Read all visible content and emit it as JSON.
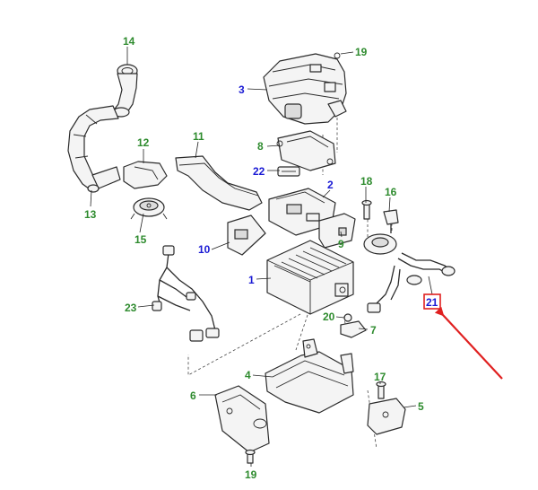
{
  "colors": {
    "green": "#2e8b2e",
    "blue": "#1a1ad4",
    "highlight": "#e02020"
  },
  "callouts": [
    {
      "id": "c14",
      "text": "14",
      "color": "green"
    },
    {
      "id": "c19a",
      "text": "19",
      "color": "green"
    },
    {
      "id": "c3",
      "text": "3",
      "color": "blue"
    },
    {
      "id": "c12",
      "text": "12",
      "color": "green"
    },
    {
      "id": "c11",
      "text": "11",
      "color": "green"
    },
    {
      "id": "c8",
      "text": "8",
      "color": "green"
    },
    {
      "id": "c22",
      "text": "22",
      "color": "blue"
    },
    {
      "id": "c2",
      "text": "2",
      "color": "blue"
    },
    {
      "id": "c18",
      "text": "18",
      "color": "green"
    },
    {
      "id": "c16",
      "text": "16",
      "color": "green"
    },
    {
      "id": "c13",
      "text": "13",
      "color": "green"
    },
    {
      "id": "c15",
      "text": "15",
      "color": "green"
    },
    {
      "id": "c9",
      "text": "9",
      "color": "green"
    },
    {
      "id": "c10",
      "text": "10",
      "color": "blue"
    },
    {
      "id": "c1",
      "text": "1",
      "color": "blue"
    },
    {
      "id": "c21",
      "text": "21",
      "color": "blue"
    },
    {
      "id": "c23",
      "text": "23",
      "color": "green"
    },
    {
      "id": "c20",
      "text": "20",
      "color": "green"
    },
    {
      "id": "c7",
      "text": "7",
      "color": "green"
    },
    {
      "id": "c4",
      "text": "4",
      "color": "green"
    },
    {
      "id": "c17",
      "text": "17",
      "color": "green"
    },
    {
      "id": "c6",
      "text": "6",
      "color": "green"
    },
    {
      "id": "c5",
      "text": "5",
      "color": "green"
    },
    {
      "id": "c19b",
      "text": "19",
      "color": "green"
    }
  ],
  "highlight": {
    "callout": "c21",
    "arrow": "pointer-arrow"
  }
}
